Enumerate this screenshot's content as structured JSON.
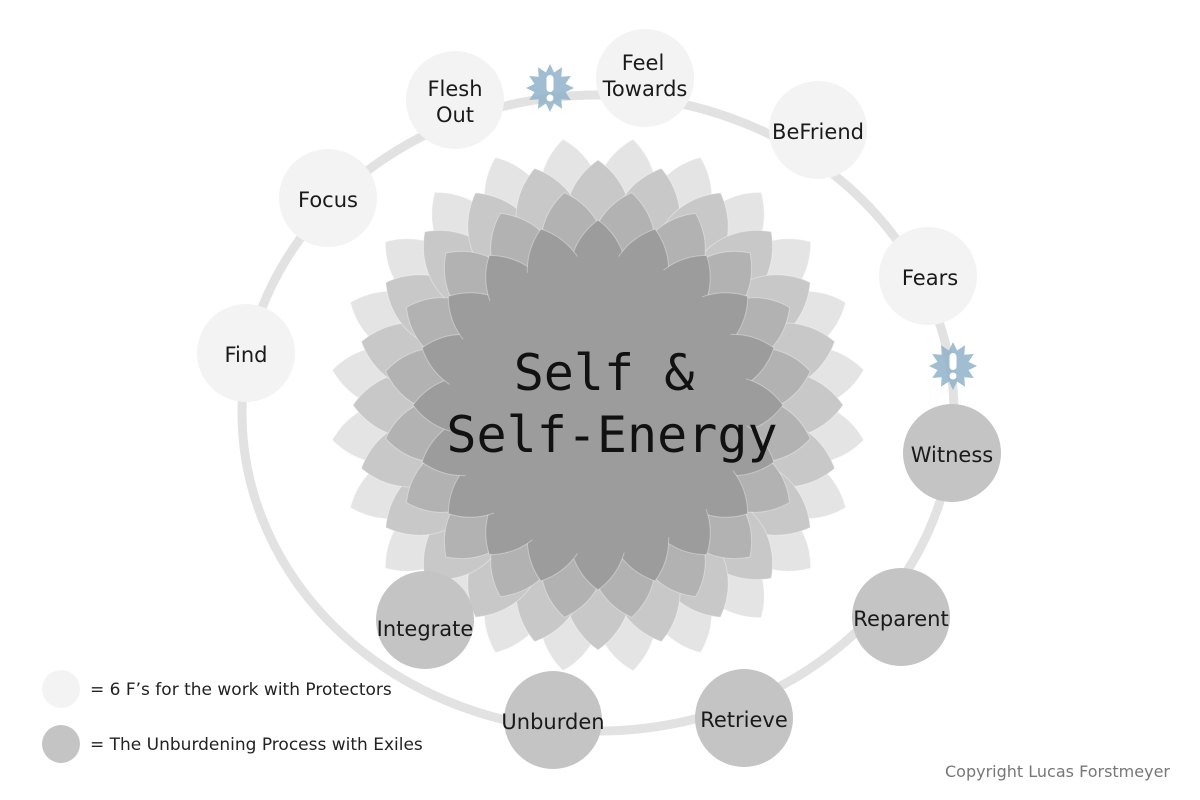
{
  "center": {
    "lines": [
      "Self &",
      "Self-Energy"
    ]
  },
  "protector_steps": [
    {
      "lines": [
        "Find"
      ]
    },
    {
      "lines": [
        "Focus"
      ]
    },
    {
      "lines": [
        "Flesh",
        "Out"
      ]
    },
    {
      "lines": [
        "Feel",
        "Towards"
      ]
    },
    {
      "lines": [
        "BeFriend"
      ]
    },
    {
      "lines": [
        "Fears"
      ]
    }
  ],
  "exile_steps": [
    {
      "lines": [
        "Witness"
      ]
    },
    {
      "lines": [
        "Reparent"
      ]
    },
    {
      "lines": [
        "Retrieve"
      ]
    },
    {
      "lines": [
        "Unburden"
      ]
    },
    {
      "lines": [
        "Integrate"
      ]
    }
  ],
  "alerts": [
    {
      "icon": "exclamation-star-icon"
    },
    {
      "icon": "exclamation-star-icon"
    }
  ],
  "legend": {
    "protectors": "= 6 F’s for the work with Protectors",
    "exiles": "= The Unburdening Process with Exiles"
  },
  "copyright": "Copyright Lucas Forstmeyer",
  "colors": {
    "protector_fill": "#f3f3f3",
    "exile_fill": "#c4c4c4",
    "ring": "#e2e2e2",
    "lotus_outer": "#e4e4e4",
    "lotus_mid": "#c8c8c8",
    "lotus_inner": "#b2b2b2",
    "lotus_core": "#9c9c9c",
    "alert": "#8fb1c9"
  }
}
